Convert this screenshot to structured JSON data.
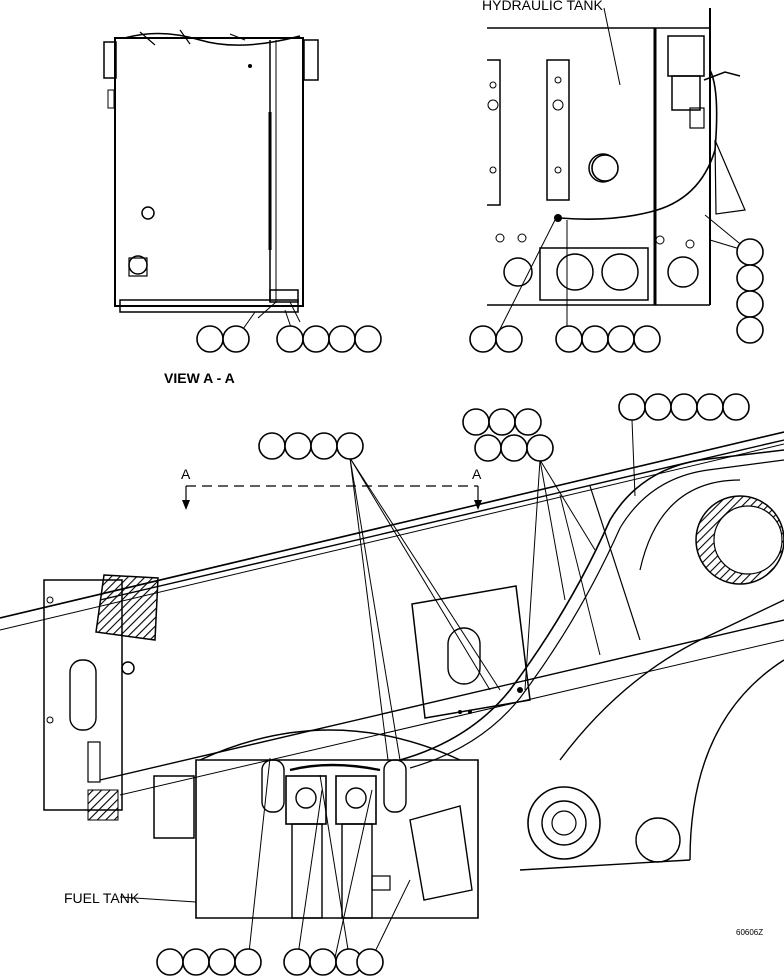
{
  "labels": {
    "hydraulic_tank": "HYDRAULIC TANK",
    "view": "VIEW A - A",
    "fuel_tank": "FUEL TANK",
    "section_a_left": "A",
    "section_a_right": "A",
    "drawing_number": "60606Z"
  },
  "icons": {
    "callout": "callout-balloon-icon",
    "section_arrow": "section-arrow-icon",
    "hatching": "hatched-section-icon"
  },
  "colors": {
    "ink": "#000000",
    "paper": "#ffffff"
  }
}
